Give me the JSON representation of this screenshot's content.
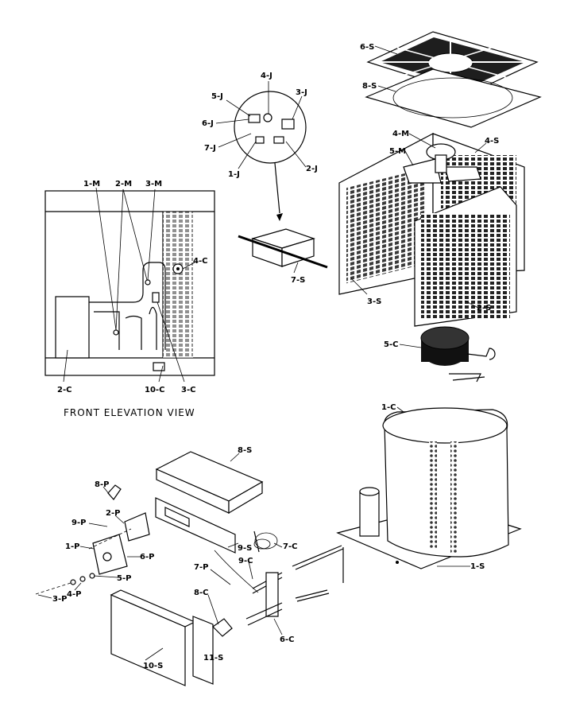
{
  "diagram": {
    "caption": "FRONT ELEVATION VIEW",
    "labels": {
      "s6": "6-S",
      "s8top": "8-S",
      "m4": "4-M",
      "m5": "5-M",
      "s4": "4-S",
      "s3": "3-S",
      "s2": "2-S",
      "c5": "5-C",
      "c1": "1-C",
      "s1": "1-S",
      "j4": "4-J",
      "j5": "5-J",
      "j3": "3-J",
      "j6": "6-J",
      "j7": "7-J",
      "j1": "1-J",
      "j2": "2-J",
      "s7": "7-S",
      "m1": "1-M",
      "m2": "2-M",
      "m3": "3-M",
      "c4": "4-C",
      "c2": "2-C",
      "c10": "10-C",
      "c3": "3-C",
      "s8box": "8-S",
      "p8": "8-P",
      "p2": "2-P",
      "p9": "9-P",
      "s9": "9-S",
      "p1": "1-P",
      "p6": "6-P",
      "c7": "7-C",
      "p5": "5-P",
      "p3": "3-P",
      "p4": "4-P",
      "p7": "7-P",
      "c9": "9-C",
      "c8": "8-C",
      "c6": "6-C",
      "s10": "10-S",
      "s11": "11-S"
    }
  }
}
